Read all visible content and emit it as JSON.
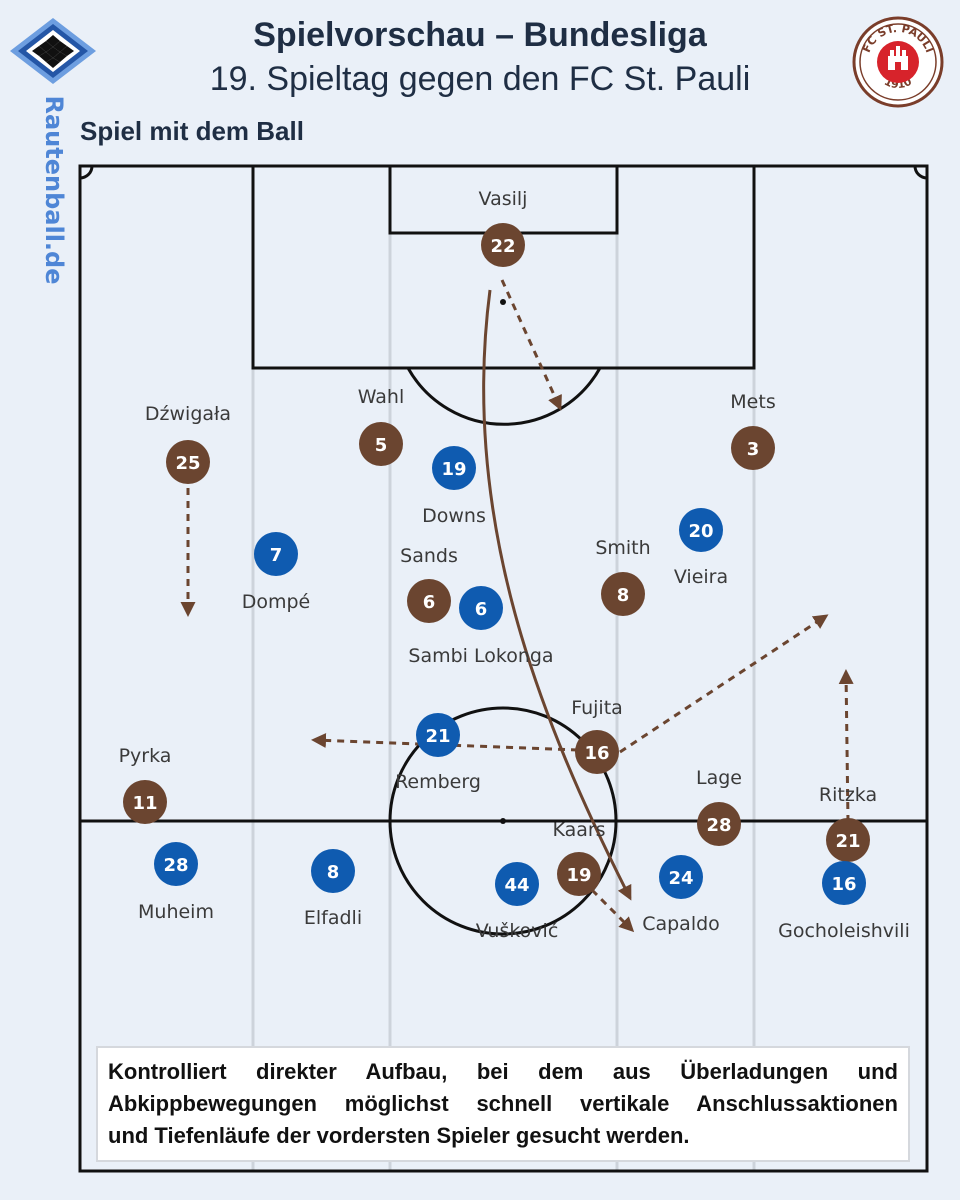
{
  "header": {
    "title": "Spielvorschau – Bundesliga",
    "subtitle": "19. Spieltag gegen den FC St. Pauli",
    "section": "Spiel mit dem Ball",
    "brand": "Rautenball.de",
    "badge_top": "FC ST. PAULI",
    "badge_year": "1910"
  },
  "colors": {
    "home": "#6b4530",
    "away": "#0f5bb0",
    "arrow": "#6b4530",
    "background": "#eaf0f8"
  },
  "players": [
    {
      "team": "home",
      "number": "22",
      "name": "Vasilj"
    },
    {
      "team": "home",
      "number": "25",
      "name": "Dźwigała"
    },
    {
      "team": "home",
      "number": "5",
      "name": "Wahl"
    },
    {
      "team": "home",
      "number": "3",
      "name": "Mets"
    },
    {
      "team": "home",
      "number": "6",
      "name": "Sands"
    },
    {
      "team": "home",
      "number": "8",
      "name": "Smith"
    },
    {
      "team": "home",
      "number": "16",
      "name": "Fujita"
    },
    {
      "team": "home",
      "number": "11",
      "name": "Pyrka"
    },
    {
      "team": "home",
      "number": "28",
      "name": "Lage"
    },
    {
      "team": "home",
      "number": "21",
      "name": "Ritzka"
    },
    {
      "team": "home",
      "number": "19",
      "name": "Kaars"
    },
    {
      "team": "away",
      "number": "19",
      "name": "Downs"
    },
    {
      "team": "away",
      "number": "20",
      "name": "Vieira"
    },
    {
      "team": "away",
      "number": "7",
      "name": "Dompé"
    },
    {
      "team": "away",
      "number": "6",
      "name": "Sambi Lokonga"
    },
    {
      "team": "away",
      "number": "21",
      "name": "Remberg"
    },
    {
      "team": "away",
      "number": "28",
      "name": "Muheim"
    },
    {
      "team": "away",
      "number": "8",
      "name": "Elfadli"
    },
    {
      "team": "away",
      "number": "44",
      "name": "Vušković"
    },
    {
      "team": "away",
      "number": "24",
      "name": "Capaldo"
    },
    {
      "team": "away",
      "number": "16",
      "name": "Gocholeishvili"
    }
  ],
  "caption": {
    "line1": "Kontrolliert direkter Aufbau, bei dem aus Überladungen und",
    "line2": "Abkippbewegungen möglichst schnell vertikale Anschlussaktionen",
    "line3": "und Tiefenläufe der vordersten Spieler gesucht werden."
  }
}
